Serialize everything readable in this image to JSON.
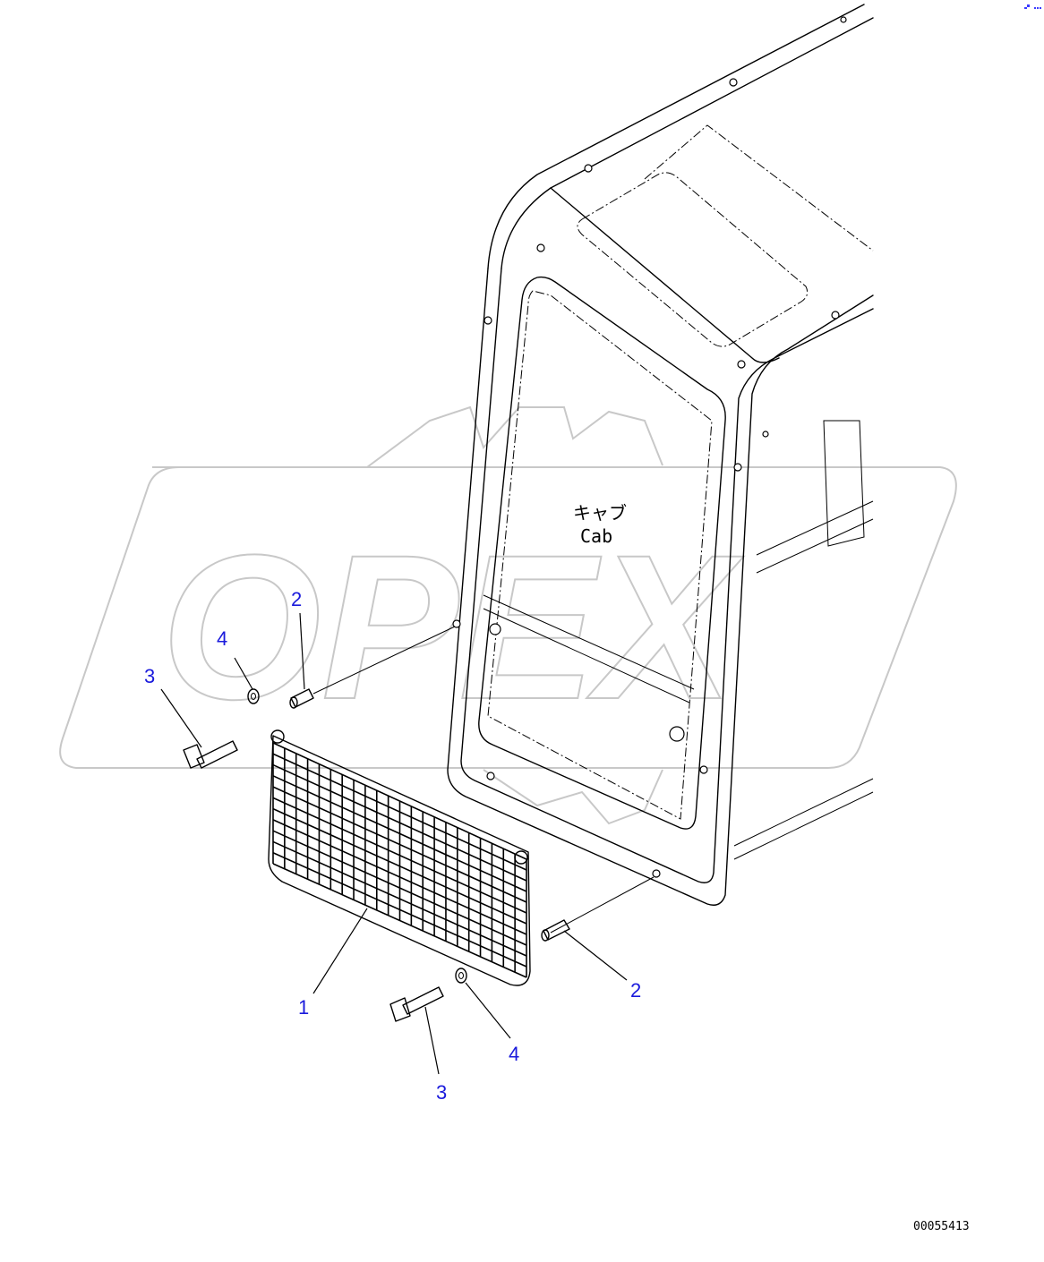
{
  "drawing": {
    "cab_label_jp": "キャブ",
    "cab_label_en": "Cab",
    "drawing_number": "00055413",
    "watermark": "OPEX",
    "callouts": [
      {
        "number": "1",
        "part": "mesh-guard-panel"
      },
      {
        "number": "2",
        "part": "pin-upper"
      },
      {
        "number": "2",
        "part": "pin-lower"
      },
      {
        "number": "3",
        "part": "bolt-upper"
      },
      {
        "number": "3",
        "part": "bolt-lower"
      },
      {
        "number": "4",
        "part": "washer-upper"
      },
      {
        "number": "4",
        "part": "washer-lower"
      }
    ],
    "callout_color": "#1a1adc"
  }
}
